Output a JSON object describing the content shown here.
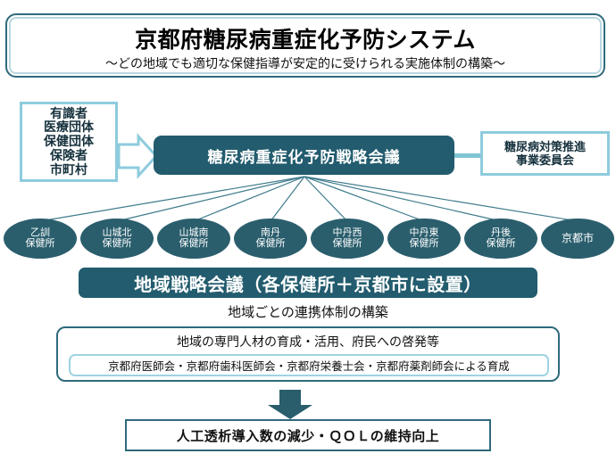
{
  "title": {
    "main": "京都府糖尿病重症化予防システム",
    "subtitle": "～どの地域でも適切な保健指導が安定的に受けられる実施体制の構築～"
  },
  "members": {
    "lines": [
      "有識者",
      "医療団体",
      "保健団体",
      "保険者",
      "市町村"
    ]
  },
  "strategy": {
    "label": "糖尿病重症化予防戦略会議"
  },
  "committee": {
    "lines": [
      "糖尿病対策推進",
      "事業委員会"
    ]
  },
  "health_centers": [
    {
      "lines": [
        "乙訓",
        "保健所"
      ]
    },
    {
      "lines": [
        "山城北",
        "保健所"
      ]
    },
    {
      "lines": [
        "山城南",
        "保健所"
      ]
    },
    {
      "lines": [
        "南丹",
        "保健所"
      ]
    },
    {
      "lines": [
        "中丹西",
        "保健所"
      ]
    },
    {
      "lines": [
        "中丹東",
        "保健所"
      ]
    },
    {
      "lines": [
        "丹後",
        "保健所"
      ]
    },
    {
      "lines": [
        "京都市"
      ]
    }
  ],
  "regional": {
    "label": "地域戦略会議（各保健所＋京都市に設置）",
    "caption": "地域ごとの連携体制の構築"
  },
  "talent": {
    "title": "地域の専門人材の育成・活用、府民への啓発等",
    "inner": "京都府医師会・京都府歯科医師会・京都府栄養士会・京都府薬剤師会による育成"
  },
  "outcome": {
    "label": "人工透析導入数の減少・ＱＯＬの維持向上"
  },
  "colors": {
    "dark_teal": "#225c6e",
    "ellipse_teal": "#2a5e6d",
    "light_blue": "#8ecbdd",
    "border_teal": "#2f6a7c",
    "connector": "#7fc4d3",
    "arrow_fill": "#2a5e6d"
  }
}
